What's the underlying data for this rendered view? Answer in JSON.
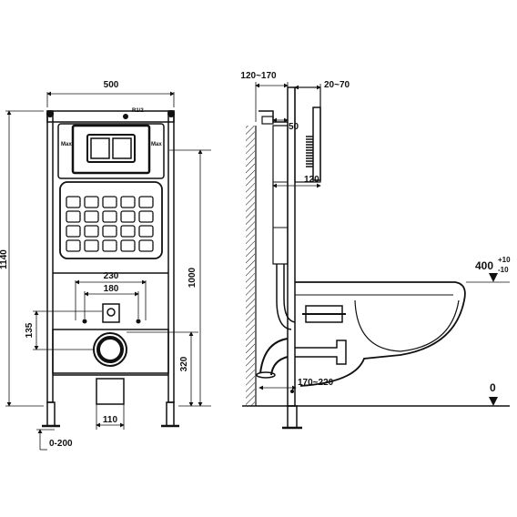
{
  "front_view": {
    "width": "500",
    "height_total": "1140",
    "height_to_flush": "1000",
    "anchor_height": "135",
    "drain_height": "320",
    "bolt_outer": "230",
    "bolt_inner": "180",
    "drain_width": "110",
    "leg_adjust": "0-200",
    "top_label": "R1/2",
    "side_label_left": "Max",
    "side_label_right": "Max"
  },
  "side_view": {
    "frame_depth": "120~170",
    "plate_depth": "20~70",
    "offset_50": "50",
    "depth_120": "120",
    "floor_depth": "170~220",
    "seat_height": "400",
    "seat_tol_plus": "+10",
    "seat_tol_minus": "-10",
    "floor_level": "0"
  },
  "colors": {
    "line": "#111111",
    "background": "#ffffff"
  }
}
